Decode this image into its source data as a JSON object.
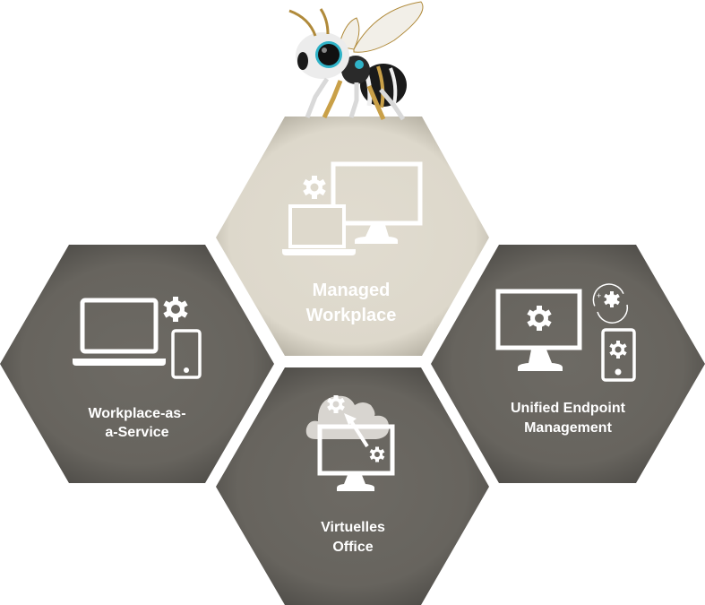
{
  "colors": {
    "dark_hex": "#6b6862",
    "dark_hex_edge": "#45433f",
    "light_hex": "#e0dbcf",
    "light_hex_edge": "#b3ae9f",
    "icon": "#ffffff",
    "background": "#ffffff"
  },
  "mascot": {
    "name": "robot-bee",
    "description": "Robotic bee mascot standing on top hexagon"
  },
  "hexagons": [
    {
      "id": "managed-workplace",
      "line1": "Managed",
      "line2": "Workplace",
      "style": "light",
      "icon": "laptop-monitor-gear-icon"
    },
    {
      "id": "workplace-as-a-service",
      "line1": "Workplace-as-",
      "line2": "a-Service",
      "style": "dark",
      "icon": "laptop-phone-gear-icon"
    },
    {
      "id": "unified-endpoint-management",
      "line1": "Unified Endpoint",
      "line2": "Management",
      "style": "dark",
      "icon": "monitor-phone-sync-gear-icon"
    },
    {
      "id": "virtuelles-office",
      "line1": "Virtuelles",
      "line2": "Office",
      "style": "dark",
      "icon": "cloud-monitor-gear-icon"
    }
  ]
}
